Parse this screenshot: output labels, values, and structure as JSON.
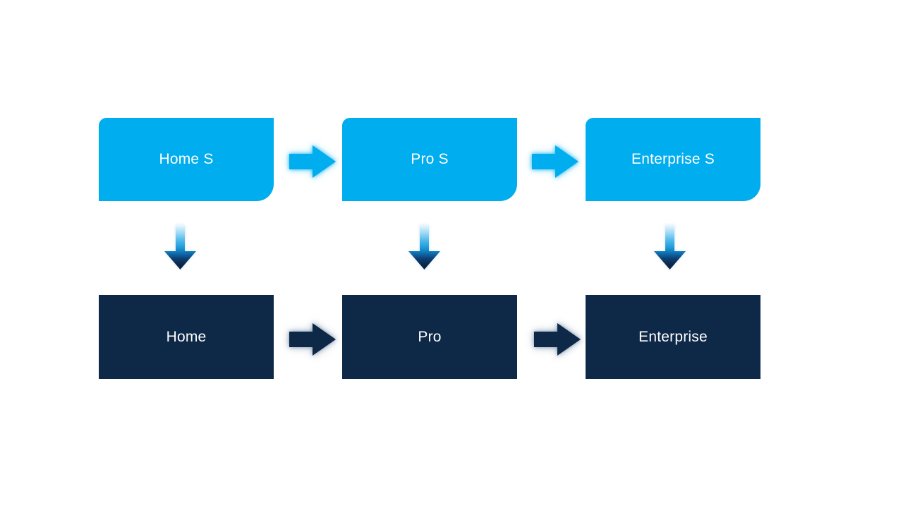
{
  "diagram": {
    "type": "flow-diagram",
    "background_color": "#ffffff",
    "colors": {
      "light_blue_box": "#00ADEE",
      "dark_navy_box": "#0E2847",
      "label_text": "#ffffff"
    },
    "columns": [
      {
        "top_label": "Home S",
        "bottom_label": "Home"
      },
      {
        "top_label": "Pro S",
        "bottom_label": "Pro"
      },
      {
        "top_label": "Enterprise S",
        "bottom_label": "Enterprise"
      }
    ],
    "connectors": {
      "horizontal": "right-arrow",
      "vertical": "down-arrow-gradient"
    }
  }
}
